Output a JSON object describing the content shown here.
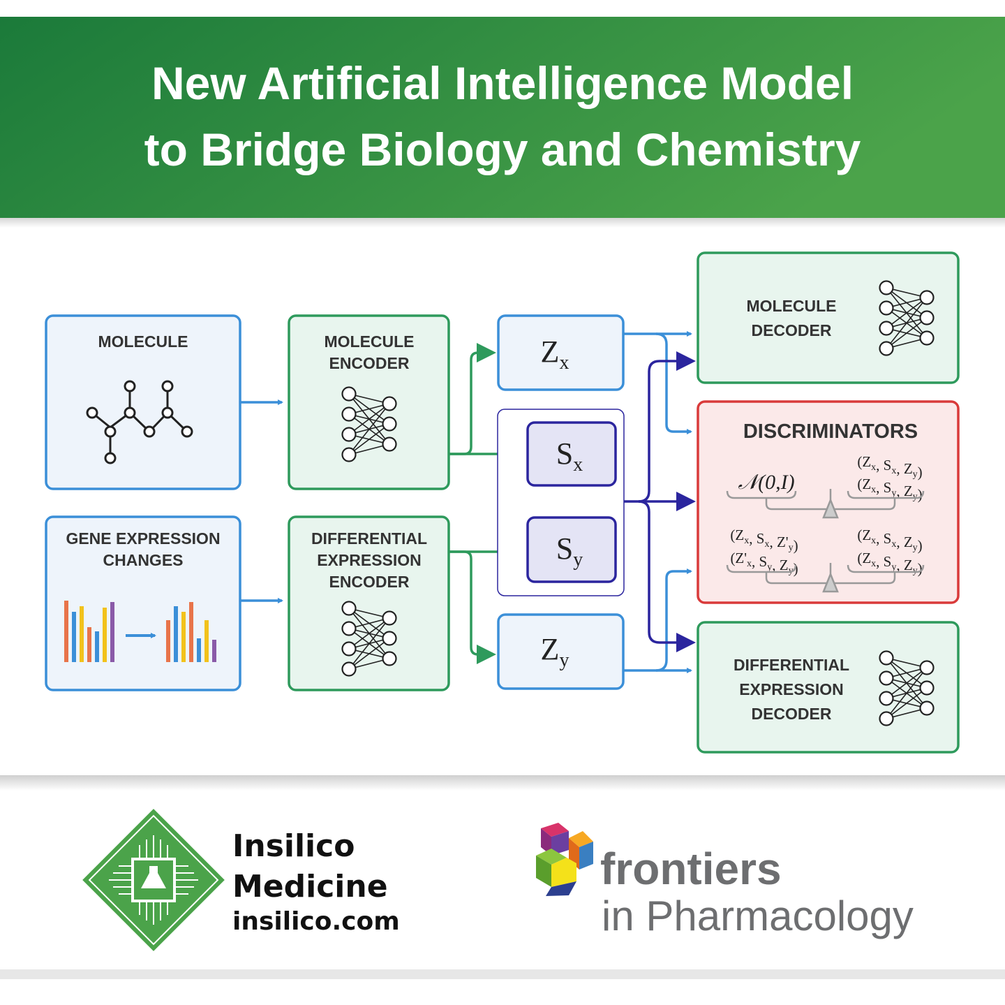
{
  "header": {
    "title_line1": "New Artificial Intelligence Model",
    "title_line2": "to Bridge Biology and Chemistry"
  },
  "inputs": {
    "molecule": "MOLECULE",
    "gene_line1": "GENE EXPRESSION",
    "gene_line2": "CHANGES"
  },
  "encoders": {
    "mol_line1": "MOLECULE",
    "mol_line2": "ENCODER",
    "diff_line1": "DIFFERENTIAL",
    "diff_line2": "EXPRESSION",
    "diff_line3": "ENCODER"
  },
  "latent": {
    "zx": {
      "base": "Z",
      "sub": "x"
    },
    "sx": {
      "base": "S",
      "sub": "x"
    },
    "sy": {
      "base": "S",
      "sub": "y"
    },
    "zy": {
      "base": "Z",
      "sub": "y"
    }
  },
  "decoders": {
    "mol_line1": "MOLECULE",
    "mol_line2": "DECODER",
    "diff_line1": "DIFFERENTIAL",
    "diff_line2": "EXPRESSION",
    "diff_line3": "DECODER"
  },
  "discriminators": {
    "title": "DISCRIMINATORS",
    "prior": "𝒩(0,I)",
    "tuples": [
      [
        [
          "(Z",
          "x"
        ],
        [
          ", S",
          "x"
        ],
        [
          ", Z",
          "y"
        ],
        [
          ")",
          ""
        ]
      ],
      [
        [
          "(Z",
          "x"
        ],
        [
          ", S",
          "y"
        ],
        [
          ", Z",
          "y"
        ],
        [
          ")",
          ""
        ]
      ],
      [
        [
          "(Z",
          "x"
        ],
        [
          ", S",
          "x"
        ],
        [
          ", Z'",
          "y"
        ],
        [
          ")",
          ""
        ]
      ],
      [
        [
          "(Z'",
          "x"
        ],
        [
          ", S",
          "y"
        ],
        [
          ", Z",
          "y"
        ],
        [
          ")",
          ""
        ]
      ],
      [
        [
          "(Z",
          "x"
        ],
        [
          ", S",
          "x"
        ],
        [
          ", Z",
          "y"
        ],
        [
          ")",
          ""
        ]
      ],
      [
        [
          "(Z",
          "x"
        ],
        [
          ", S",
          "y"
        ],
        [
          ", Z",
          "y"
        ],
        [
          ")",
          ""
        ]
      ]
    ]
  },
  "footer": {
    "insilico_line1": "Insilico",
    "insilico_line2": "Medicine",
    "insilico_url": "insilico.com",
    "frontiers": "frontiers",
    "frontiers_sub": "in Pharmacology"
  },
  "colors": {
    "green_dark": "#1b7a3a",
    "green_light": "#4ba34a",
    "blue": "#3b8fd8",
    "green": "#2e9a5c",
    "navy": "#2b259e",
    "red": "#d93a3a"
  }
}
